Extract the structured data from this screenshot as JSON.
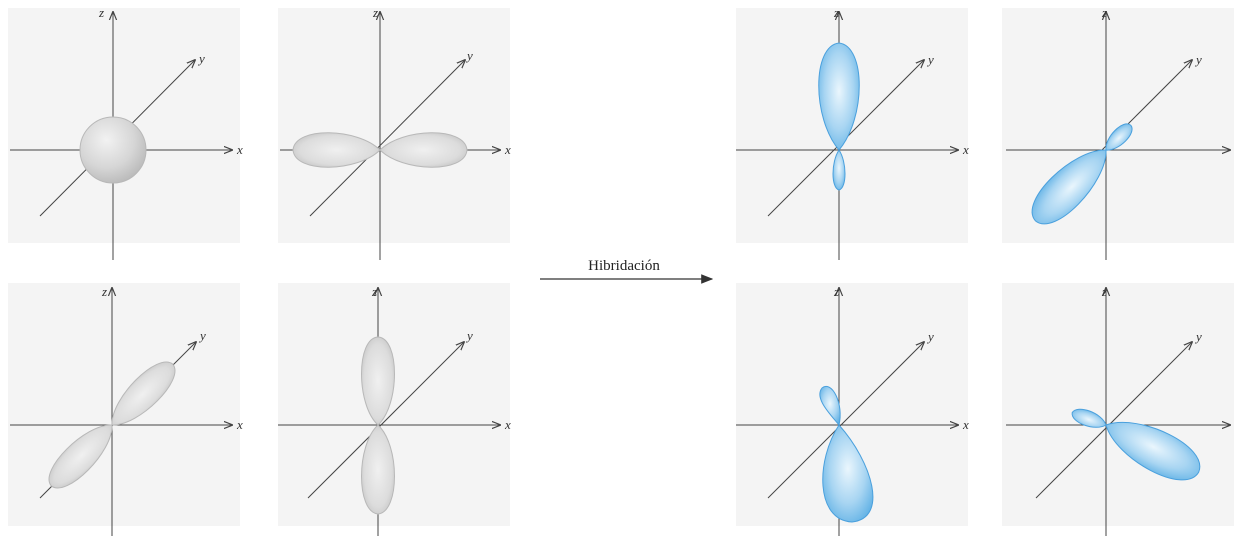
{
  "colors": {
    "background": "#ffffff",
    "panel_background": "#f4f4f4",
    "axis": "#444444",
    "atomic_orbital_fill": "#d8d8d8",
    "atomic_orbital_edge": "#b8b8b8",
    "hybrid_orbital_fill": "#8fc8ee",
    "hybrid_orbital_edge": "#4aa0dd"
  },
  "axis_labels": {
    "x": "x",
    "y": "y",
    "z": "z"
  },
  "process_arrow": {
    "label": "Hibridación"
  },
  "atomic_orbitals": [
    {
      "shape": "sphere",
      "orientation": "origin"
    },
    {
      "shape": "two-lobe",
      "orientation": "x-axis"
    },
    {
      "shape": "two-lobe",
      "orientation": "y-axis"
    },
    {
      "shape": "two-lobe",
      "orientation": "z-axis"
    }
  ],
  "hybrid_orbitals": [
    {
      "shape": "hybrid-lobe",
      "orientation": "up"
    },
    {
      "shape": "hybrid-lobe",
      "orientation": "down-left"
    },
    {
      "shape": "hybrid-lobe",
      "orientation": "down"
    },
    {
      "shape": "hybrid-lobe",
      "orientation": "down-right"
    }
  ]
}
